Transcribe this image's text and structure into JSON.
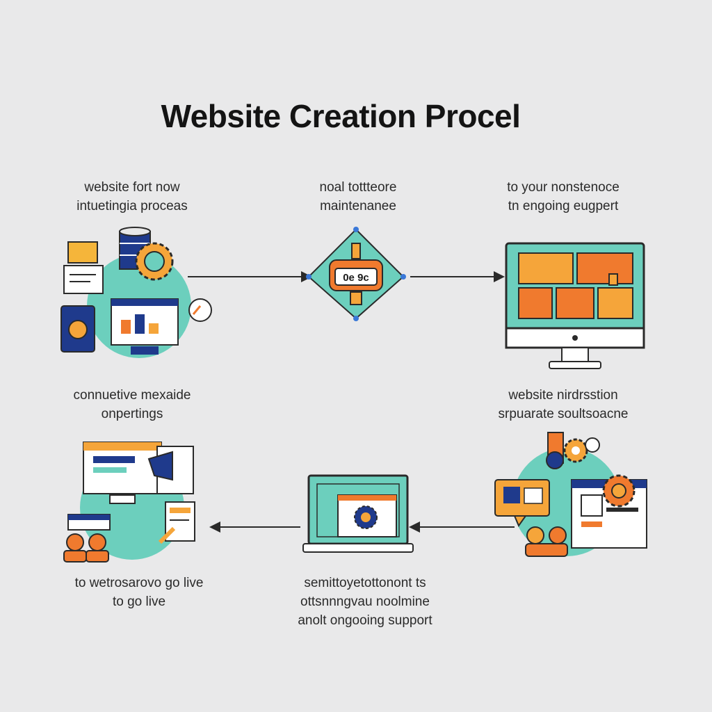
{
  "title": "Website Creation Procel",
  "steps": [
    {
      "lines": [
        "website fort now",
        "intuetingia proceas"
      ]
    },
    {
      "lines": [
        "noal tottteore",
        "maintenanee"
      ]
    },
    {
      "lines": [
        "to your nonstenoce",
        "tn engoing eugpert"
      ]
    },
    {
      "lines": [
        "connuetive mexaide",
        "onpertings"
      ]
    },
    {
      "lines": [
        "website nirdrsstion",
        "srpuarate soultsoacne"
      ]
    },
    {
      "lines": [
        "to wetrosarovo go live",
        "to go live"
      ]
    },
    {
      "lines": [
        "semittoyetottonont ts",
        "ottsnnngvau noolmine",
        "anolt ongooing support"
      ]
    }
  ],
  "badge_text": "0e 9c",
  "colors": {
    "teal": "#6ccfbd",
    "orange": "#f07a2e",
    "amber": "#f5a53a",
    "navy": "#1f3a8c",
    "outline": "#2a2a2a",
    "background": "#e9e9ea"
  },
  "icons": [
    "database-icon",
    "gear-icon",
    "monitor-icon",
    "diamond-badge-icon",
    "desktop-grid-icon",
    "laptop-icon",
    "people-icon",
    "chat-bubble-icon",
    "arrow-icon"
  ]
}
